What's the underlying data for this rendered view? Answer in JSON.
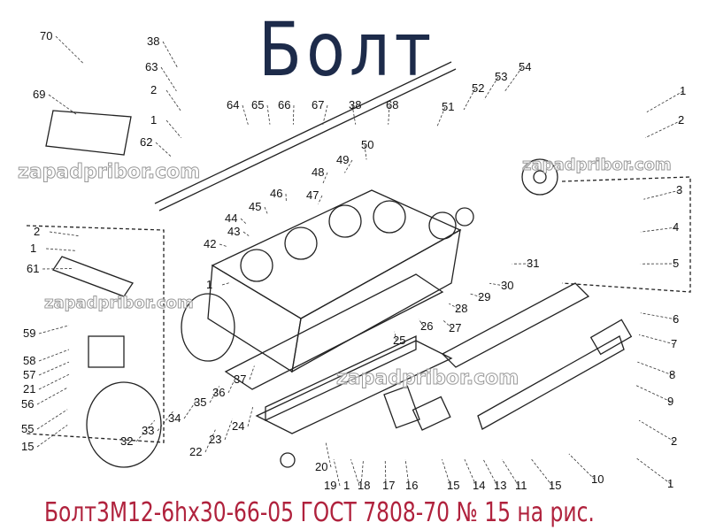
{
  "title": "Болт",
  "caption": "Болт3М12-6hx30-66-05 ГОСТ 7808-70 № 15 на рис.",
  "watermark": "zapadpribor.com",
  "colors": {
    "title": "#1d2b4a",
    "caption": "#b0223d",
    "line": "#222222"
  },
  "part_labels": [
    "70",
    "38",
    "63",
    "2",
    "1",
    "62",
    "64",
    "65",
    "66",
    "67",
    "38",
    "68",
    "69",
    "54",
    "53",
    "52",
    "51",
    "50",
    "49",
    "48",
    "47",
    "46",
    "45",
    "44",
    "43",
    "42",
    "2",
    "1",
    "61",
    "1",
    "1",
    "2",
    "3",
    "4",
    "5",
    "31",
    "30",
    "29",
    "28",
    "26",
    "27",
    "25",
    "6",
    "7",
    "8",
    "9",
    "2",
    "1",
    "10",
    "59",
    "58",
    "57",
    "21",
    "56",
    "55",
    "15",
    "37",
    "36",
    "35",
    "34",
    "33",
    "32",
    "24",
    "23",
    "22",
    "20",
    "19",
    "1",
    "18",
    "17",
    "16",
    "15",
    "14",
    "13",
    "11",
    "15"
  ]
}
